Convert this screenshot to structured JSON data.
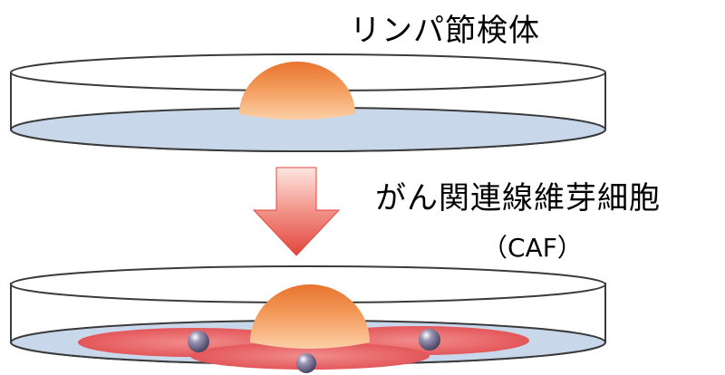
{
  "labels": {
    "lymph_node_specimen": "リンパ節検体",
    "caf": "がん関連線維芽細胞",
    "caf_abbrev": "（CAF）"
  },
  "colors": {
    "dish_base": "#c9d7ea",
    "dish_outline": "#3a3a3a",
    "specimen_top": "#e8732f",
    "specimen_bottom": "#fbc59a",
    "arrow_top": "#fbe0da",
    "arrow_bottom": "#e2453d",
    "fibroblast": "#e65b5d",
    "cell_nucleus": "#6b6585"
  },
  "icons": {
    "arrow": "down-arrow-icon"
  }
}
